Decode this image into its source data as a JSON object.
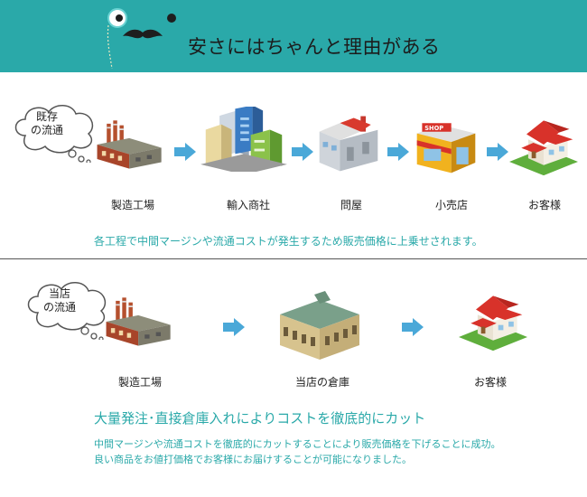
{
  "header": {
    "title": "安さにはちゃんと理由がある",
    "background": "#2aa9a9"
  },
  "flow_existing": {
    "cloud_label": "既存\nの流通",
    "steps": [
      {
        "label": "製造工場",
        "icon": "factory-icon"
      },
      {
        "label": "輸入商社",
        "icon": "office-buildings-icon"
      },
      {
        "label": "問屋",
        "icon": "warehouse-icon"
      },
      {
        "label": "小売店",
        "icon": "shop-icon"
      },
      {
        "label": "お客様",
        "icon": "house-icon"
      }
    ],
    "note": "各工程で中間マージンや流通コストが発生するため販売価格に上乗せされます。"
  },
  "flow_ours": {
    "cloud_label": "当店\nの流通",
    "steps": [
      {
        "label": "製造工場",
        "icon": "factory-icon"
      },
      {
        "label": "当店の倉庫",
        "icon": "store-warehouse-icon"
      },
      {
        "label": "お客様",
        "icon": "house-icon"
      }
    ],
    "headline": "大量発注･直接倉庫入れによりコストを徹底的にカット",
    "desc_line1": "中間マージンや流通コストを徹底的にカットすることにより販売価格を下げることに成功。",
    "desc_line2": "良い商品をお値打価格でお客様にお届けすることが可能になりました。"
  },
  "colors": {
    "accent": "#2aa9a9",
    "arrow": "#4aa8d8",
    "roof_red": "#d8322a"
  }
}
